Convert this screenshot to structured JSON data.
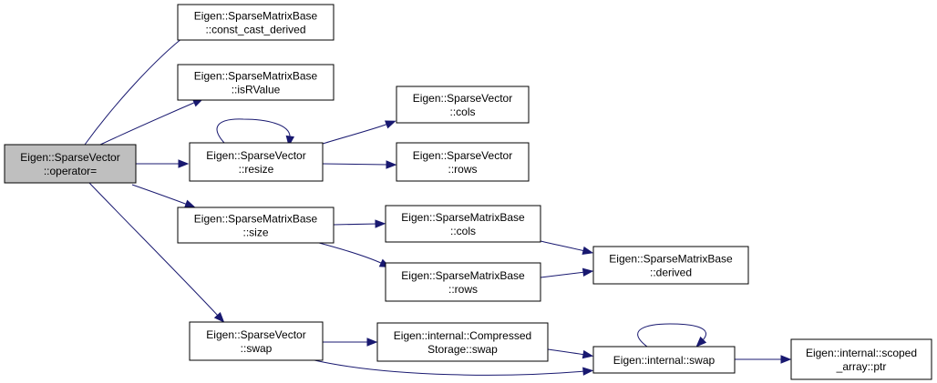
{
  "nodes": [
    {
      "id": "operator_assign",
      "lines": [
        "Eigen::SparseVector",
        "::operator="
      ],
      "root": true
    },
    {
      "id": "const_cast_derived",
      "lines": [
        "Eigen::SparseMatrixBase",
        "::const_cast_derived"
      ]
    },
    {
      "id": "isRValue",
      "lines": [
        "Eigen::SparseMatrixBase",
        "::isRValue"
      ]
    },
    {
      "id": "resize",
      "lines": [
        "Eigen::SparseVector",
        "::resize"
      ]
    },
    {
      "id": "smb_size",
      "lines": [
        "Eigen::SparseMatrixBase",
        "::size"
      ]
    },
    {
      "id": "sv_swap",
      "lines": [
        "Eigen::SparseVector",
        "::swap"
      ]
    },
    {
      "id": "sv_cols",
      "lines": [
        "Eigen::SparseVector",
        "::cols"
      ]
    },
    {
      "id": "sv_rows",
      "lines": [
        "Eigen::SparseVector",
        "::rows"
      ]
    },
    {
      "id": "smb_cols",
      "lines": [
        "Eigen::SparseMatrixBase",
        "::cols"
      ]
    },
    {
      "id": "smb_rows",
      "lines": [
        "Eigen::SparseMatrixBase",
        "::rows"
      ]
    },
    {
      "id": "smb_derived",
      "lines": [
        "Eigen::SparseMatrixBase",
        "::derived"
      ]
    },
    {
      "id": "cs_swap",
      "lines": [
        "Eigen::internal::Compressed",
        "Storage::swap"
      ]
    },
    {
      "id": "internal_swap",
      "lines": [
        "Eigen::internal::swap"
      ]
    },
    {
      "id": "scoped_ptr",
      "lines": [
        "Eigen::internal::scoped",
        "_array::ptr"
      ]
    }
  ],
  "edges": [
    {
      "from": "operator_assign",
      "to": "const_cast_derived"
    },
    {
      "from": "operator_assign",
      "to": "isRValue"
    },
    {
      "from": "operator_assign",
      "to": "resize"
    },
    {
      "from": "operator_assign",
      "to": "smb_size"
    },
    {
      "from": "operator_assign",
      "to": "sv_swap"
    },
    {
      "from": "resize",
      "to": "resize"
    },
    {
      "from": "resize",
      "to": "sv_cols"
    },
    {
      "from": "resize",
      "to": "sv_rows"
    },
    {
      "from": "smb_size",
      "to": "smb_cols"
    },
    {
      "from": "smb_size",
      "to": "smb_rows"
    },
    {
      "from": "smb_cols",
      "to": "smb_derived"
    },
    {
      "from": "smb_rows",
      "to": "smb_derived"
    },
    {
      "from": "sv_swap",
      "to": "cs_swap"
    },
    {
      "from": "sv_swap",
      "to": "internal_swap"
    },
    {
      "from": "cs_swap",
      "to": "internal_swap"
    },
    {
      "from": "internal_swap",
      "to": "internal_swap"
    },
    {
      "from": "internal_swap",
      "to": "scoped_ptr"
    }
  ],
  "colors": {
    "edge": "#191970",
    "root_fill": "#bfbfbf",
    "node_fill": "#ffffff",
    "border": "#000000"
  }
}
